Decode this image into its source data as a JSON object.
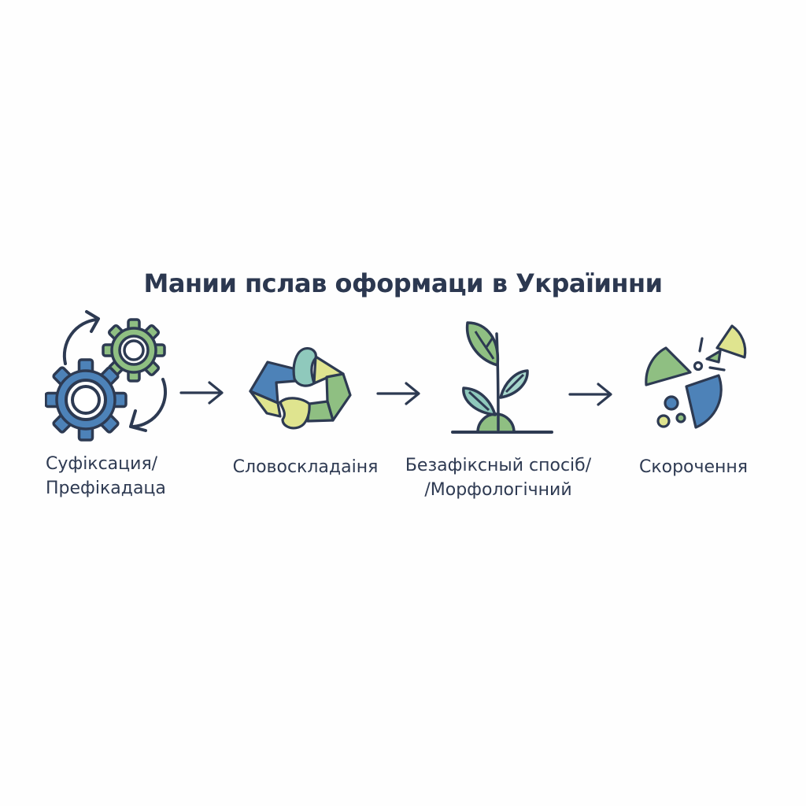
{
  "title": "Мании пслав оформаци в Україинни",
  "palette": {
    "outline_navy": "#2d3a52",
    "blue": "#4d82b8",
    "green": "#8fbf82",
    "teal": "#8fc9bc",
    "light_teal": "#a6d6cb",
    "yellow_green": "#dfe48f",
    "background": "#fefefe",
    "text_navy": "#2e3a52"
  },
  "stages": [
    {
      "icon": "gears-cycle-icon",
      "label_lines": [
        "Суфіксация/",
        "Префікадаца"
      ]
    },
    {
      "icon": "interlocked-frame-icon",
      "label_lines": [
        "Словоскладаіня"
      ]
    },
    {
      "icon": "sprout-icon",
      "label_lines": [
        "Безафіксный спосіб/",
        "/Морфологічний"
      ]
    },
    {
      "icon": "scattered-pieces-icon",
      "label_lines": [
        "Скорочення"
      ]
    }
  ]
}
